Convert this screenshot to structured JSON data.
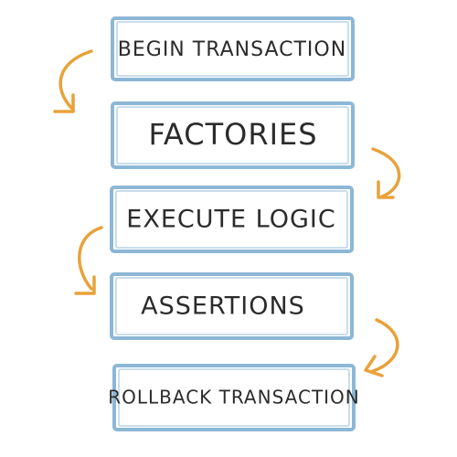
{
  "steps": [
    {
      "label": "BEGIN TRANSACTION"
    },
    {
      "label": "FACTORIES"
    },
    {
      "label": "EXECUTE LOGIC"
    },
    {
      "label": "ASSERTIONS"
    },
    {
      "label": "ROLLBACK TRANSACTION"
    }
  ],
  "colors": {
    "box_stroke": "#8db7d6",
    "arrow": "#e8a23a",
    "text": "#2b2b2b"
  },
  "icons": [
    "curved-arrow-icon"
  ]
}
